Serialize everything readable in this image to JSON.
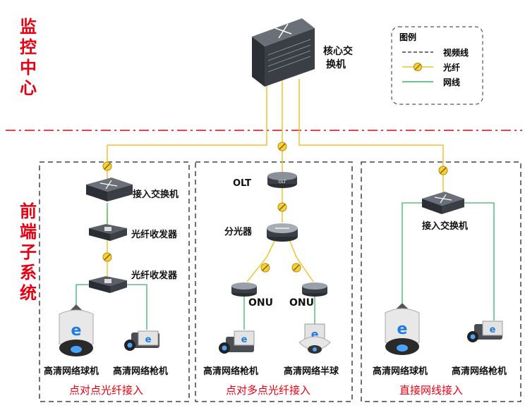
{
  "left_labels": {
    "monitor_center": "监控中心",
    "frontend_system": "前端子系统"
  },
  "core": {
    "label_line1": "核心交",
    "label_line2": "换机"
  },
  "legend": {
    "title": "图例",
    "items": [
      "视频线",
      "光纤",
      "网线"
    ]
  },
  "section1": {
    "access_switch": "接入交换机",
    "transceiver1": "光纤收发器",
    "transceiver2": "光纤收发器",
    "cam_dome": "高清网络球机",
    "cam_gun": "高清网络枪机",
    "caption": "点对点光纤接入"
  },
  "section2": {
    "olt": "OLT",
    "splitter": "分光器",
    "onu1": "ONU",
    "onu2": "ONU",
    "cam_gun": "高清网络枪机",
    "cam_half": "高清网络半球",
    "caption": "点对多点光纤接入"
  },
  "section3": {
    "access_switch": "接入交换机",
    "cam_dome": "高清网络球机",
    "cam_gun": "高清网络枪机",
    "caption": "直接网线接入"
  },
  "colors": {
    "red": "#e60012",
    "fiber": "#f2c230",
    "network": "#3bb56a",
    "dash": "#444444"
  }
}
